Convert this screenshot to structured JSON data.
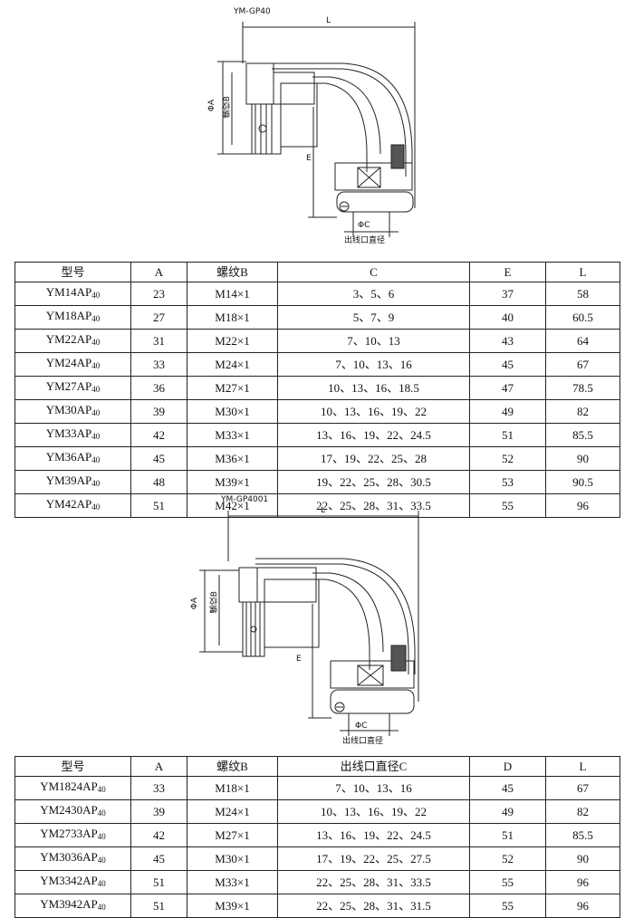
{
  "drawing1": {
    "title": "YM-GP40",
    "dim_L": "L",
    "dim_A": "ΦA",
    "dim_B": "螺纹B",
    "dim_E": "E",
    "dim_C": "ΦC",
    "dim_C_note": "出线口直径"
  },
  "table1": {
    "headers": [
      "型号",
      "A",
      "螺纹B",
      "C",
      "E",
      "L"
    ],
    "rows": [
      {
        "model": "YM14AP",
        "sub": "40",
        "a": "23",
        "b": "M14×1",
        "c": "3、5、6",
        "e": "37",
        "l": "58"
      },
      {
        "model": "YM18AP",
        "sub": "40",
        "a": "27",
        "b": "M18×1",
        "c": "5、7、9",
        "e": "40",
        "l": "60.5"
      },
      {
        "model": "YM22AP",
        "sub": "40",
        "a": "31",
        "b": "M22×1",
        "c": "7、10、13",
        "e": "43",
        "l": "64"
      },
      {
        "model": "YM24AP",
        "sub": "40",
        "a": "33",
        "b": "M24×1",
        "c": "7、10、13、16",
        "e": "45",
        "l": "67"
      },
      {
        "model": "YM27AP",
        "sub": "40",
        "a": "36",
        "b": "M27×1",
        "c": "10、13、16、18.5",
        "e": "47",
        "l": "78.5"
      },
      {
        "model": "YM30AP",
        "sub": "40",
        "a": "39",
        "b": "M30×1",
        "c": "10、13、16、19、22",
        "e": "49",
        "l": "82"
      },
      {
        "model": "YM33AP",
        "sub": "40",
        "a": "42",
        "b": "M33×1",
        "c": "13、16、19、22、24.5",
        "e": "51",
        "l": "85.5"
      },
      {
        "model": "YM36AP",
        "sub": "40",
        "a": "45",
        "b": "M36×1",
        "c": "17、19、22、25、28",
        "e": "52",
        "l": "90"
      },
      {
        "model": "YM39AP",
        "sub": "40",
        "a": "48",
        "b": "M39×1",
        "c": "19、22、25、28、30.5",
        "e": "53",
        "l": "90.5"
      },
      {
        "model": "YM42AP",
        "sub": "40",
        "a": "51",
        "b": "M42×1",
        "c": "22、25、28、31、33.5",
        "e": "55",
        "l": "96"
      }
    ]
  },
  "drawing2": {
    "title": "YM-GP4001",
    "dim_L": "L",
    "dim_A": "ΦA",
    "dim_B": "螺纹B",
    "dim_E": "E",
    "dim_C": "ΦC",
    "dim_C_note": "出线口直径"
  },
  "table2": {
    "headers": [
      "型号",
      "A",
      "螺纹B",
      "出线口直径C",
      "D",
      "L"
    ],
    "rows": [
      {
        "model": "YM1824AP",
        "sub": "40",
        "a": "33",
        "b": "M18×1",
        "c": "7、10、13、16",
        "e": "45",
        "l": "67"
      },
      {
        "model": "YM2430AP",
        "sub": "40",
        "a": "39",
        "b": "M24×1",
        "c": "10、13、16、19、22",
        "e": "49",
        "l": "82"
      },
      {
        "model": "YM2733AP",
        "sub": "40",
        "a": "42",
        "b": "M27×1",
        "c": "13、16、19、22、24.5",
        "e": "51",
        "l": "85.5"
      },
      {
        "model": "YM3036AP",
        "sub": "40",
        "a": "45",
        "b": "M30×1",
        "c": "17、19、22、25、27.5",
        "e": "52",
        "l": "90"
      },
      {
        "model": "YM3342AP",
        "sub": "40",
        "a": "51",
        "b": "M33×1",
        "c": "22、25、28、31、33.5",
        "e": "55",
        "l": "96"
      },
      {
        "model": "YM3942AP",
        "sub": "40",
        "a": "51",
        "b": "M39×1",
        "c": "22、25、28、31、31.5",
        "e": "55",
        "l": "96"
      }
    ]
  }
}
